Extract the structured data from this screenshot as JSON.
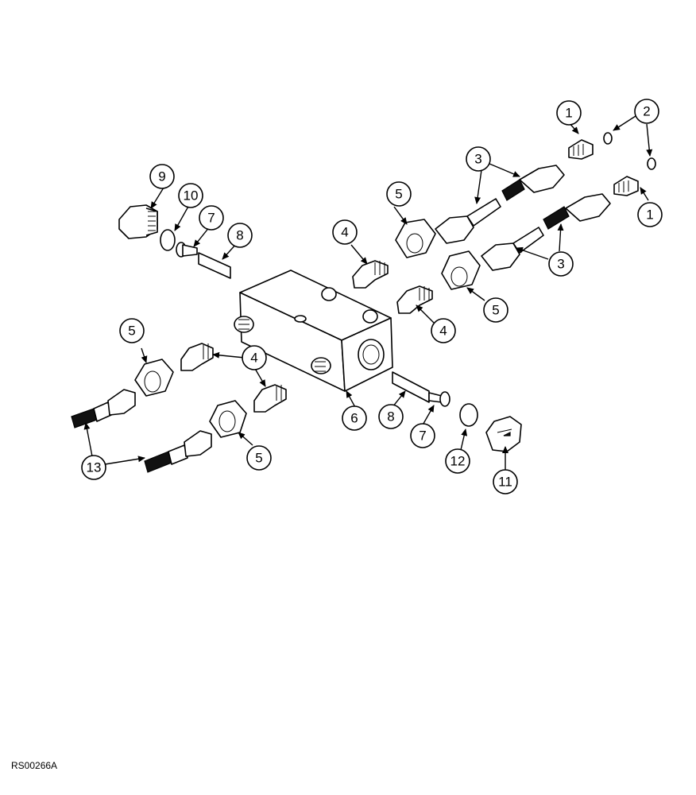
{
  "figure_code": "RS00266A",
  "callouts": [
    {
      "id": "c1a",
      "label": "1"
    },
    {
      "id": "c1b",
      "label": "1"
    },
    {
      "id": "c2",
      "label": "2"
    },
    {
      "id": "c3a",
      "label": "3"
    },
    {
      "id": "c3b",
      "label": "3"
    },
    {
      "id": "c4a",
      "label": "4"
    },
    {
      "id": "c4b",
      "label": "4"
    },
    {
      "id": "c4c",
      "label": "4"
    },
    {
      "id": "c5a",
      "label": "5"
    },
    {
      "id": "c5b",
      "label": "5"
    },
    {
      "id": "c5c",
      "label": "5"
    },
    {
      "id": "c5d",
      "label": "5"
    },
    {
      "id": "c6",
      "label": "6"
    },
    {
      "id": "c7a",
      "label": "7"
    },
    {
      "id": "c7b",
      "label": "7"
    },
    {
      "id": "c8a",
      "label": "8"
    },
    {
      "id": "c8b",
      "label": "8"
    },
    {
      "id": "c9",
      "label": "9"
    },
    {
      "id": "c10",
      "label": "10"
    },
    {
      "id": "c11",
      "label": "11"
    },
    {
      "id": "c12",
      "label": "12"
    },
    {
      "id": "c13",
      "label": "13"
    }
  ]
}
